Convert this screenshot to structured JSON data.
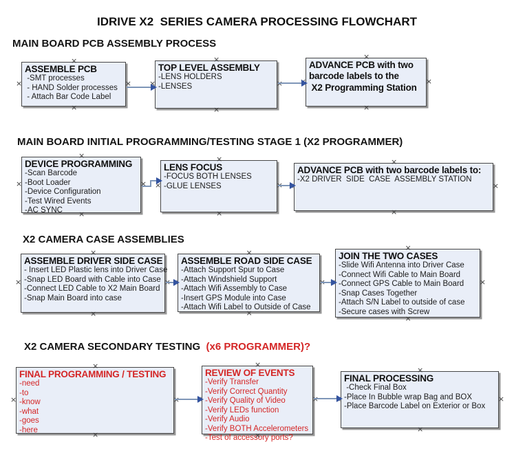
{
  "title": "IDRIVE X2  SERIES CAMERA PROCESSING FLOWCHART",
  "colors": {
    "box_fill": "#e9eef8",
    "box_border": "#474747",
    "box_shadow": "#979797",
    "connector": "#7e96b8",
    "arrowhead": "#3454a0",
    "red": "#d42626"
  },
  "icons": {
    "connection_point": "×"
  },
  "sections": [
    {
      "heading": "MAIN BOARD PCB ASSEMBLY PROCESS",
      "heading_red": ""
    },
    {
      "heading": "MAIN BOARD INITIAL PROGRAMMING/TESTING STAGE 1 (X2 PROGRAMMER)",
      "heading_red": ""
    },
    {
      "heading": "X2 CAMERA CASE ASSEMBLIES",
      "heading_red": ""
    },
    {
      "heading": "X2 CAMERA SECONDARY TESTING ",
      "heading_red": " (x6 PROGRAMMER)?"
    }
  ],
  "boxes": [
    {
      "title": "ASSEMBLE PCB",
      "items": [
        " -SMT processes",
        " - HAND Solder processes",
        " - Attach Bar Code Label"
      ]
    },
    {
      "title": "TOP LEVEL ASSEMBLY",
      "items": [
        "-LENS HOLDERS",
        "-LENSES"
      ]
    },
    {
      "title": "ADVANCE PCB with two",
      "items": [
        "barcode labels to the",
        " X2 Programming Station"
      ]
    },
    {
      "title": "DEVICE PROGRAMMING",
      "items": [
        "-Scan Barcode",
        "-Boot Loader",
        "-Device Configuration",
        "-Test Wired Events",
        "-AC SYNC"
      ]
    },
    {
      "title": "LENS FOCUS",
      "items": [
        "-FOCUS BOTH LENSES",
        "-GLUE LENSES"
      ]
    },
    {
      "title": "ADVANCE PCB with two barcode labels to:",
      "items": [
        "-X2 DRIVER  SIDE  CASE  ASSEMBLY STATION"
      ]
    },
    {
      "title": "ASSEMBLE DRIVER SIDE CASE",
      "items": [
        "- Insert LED Plastic lens into Driver Case",
        "-Snap LED Board with Cable into Case",
        "-Connect LED Cable to X2 Main Board",
        "-Snap Main Board into case"
      ]
    },
    {
      "title": "ASSEMBLE ROAD SIDE CASE",
      "items": [
        "-Attach Support Spur to Case",
        "-Attach Windshield Support",
        "-Attach Wifi Assembly to Case",
        "-Insert GPS Module into Case",
        "-Attach Wifi Label to Outside of Case"
      ]
    },
    {
      "title": "JOIN THE TWO CASES",
      "items": [
        "-Slide Wifi Antenna into Driver Case",
        "-Connect Wifi Cable to Main Board",
        "-Connect GPS Cable to Main Board",
        "-Snap Cases Together",
        "-Attach S/N Label to outside of case",
        "-Secure cases with Screw"
      ]
    },
    {
      "title": "FINAL PROGRAMMING / TESTING",
      "items": [
        "-need",
        "-to",
        "-know",
        "-what",
        "-goes",
        "-here"
      ]
    },
    {
      "title": "REVIEW OF EVENTS",
      "items": [
        "-Verify Transfer",
        "-Verify Correct Quantity",
        "-Verify Quality of Video",
        "-Verify LEDs function",
        "-Verify Audio",
        "-Verify BOTH Accelerometers",
        "-Test of accessory ports?"
      ]
    },
    {
      "title": "FINAL PROCESSING",
      "items": [
        " -Check Final Box",
        "-Place In Bubble wrap Bag and BOX",
        "-Place Barcode Label on Exterior or Box"
      ]
    }
  ]
}
